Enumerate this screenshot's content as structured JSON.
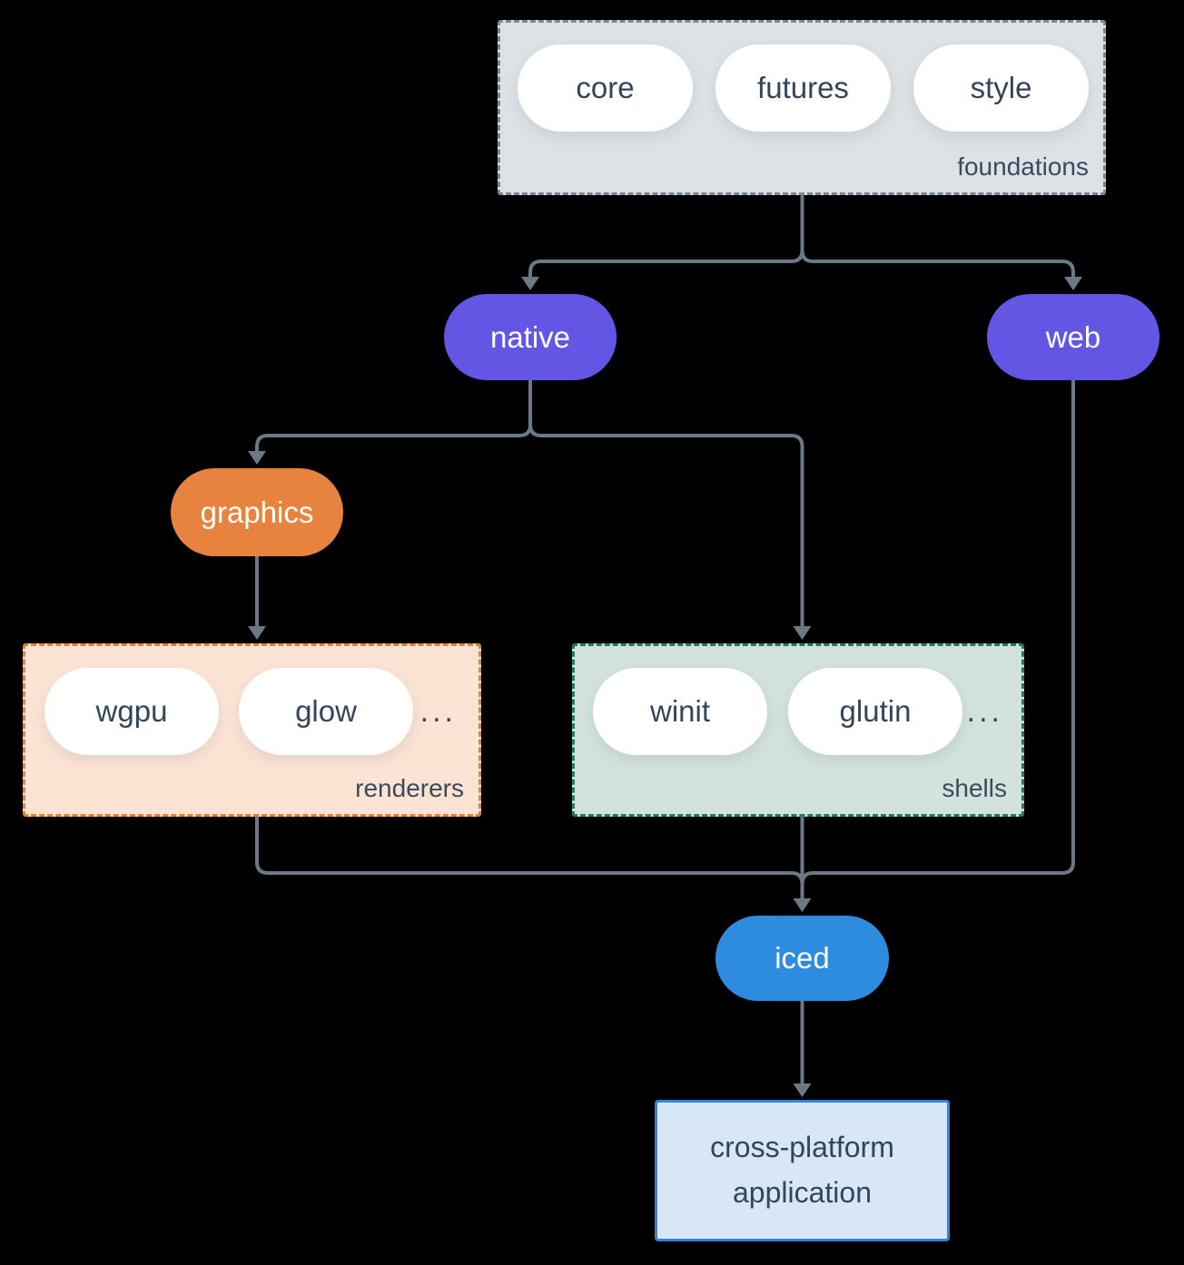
{
  "nodes": {
    "foundations": {
      "label": "foundations",
      "items": [
        "core",
        "futures",
        "style"
      ]
    },
    "native": {
      "label": "native"
    },
    "web": {
      "label": "web"
    },
    "graphics": {
      "label": "graphics"
    },
    "renderers": {
      "label": "renderers",
      "items": [
        "wgpu",
        "glow"
      ],
      "more": "..."
    },
    "shells": {
      "label": "shells",
      "items": [
        "winit",
        "glutin"
      ],
      "more": "..."
    },
    "iced": {
      "label": "iced"
    },
    "application": {
      "label": "cross-platform application"
    }
  },
  "colors": {
    "background": "#000000",
    "arrow": "#6B7886",
    "text_dark": "#33455A",
    "pill_white": "#FFFFFF",
    "pill_purple": "#6456E5",
    "pill_orange": "#E8833F",
    "pill_blue": "#2D8CDE",
    "foundations_fill": "#DDE2E6",
    "foundations_border": "#7A8794",
    "renderers_fill": "#FBE4D4",
    "renderers_border": "#E87E2E",
    "shells_fill": "#D3E2DC",
    "shells_border": "#1F7A66",
    "application_fill": "#D7E7F8",
    "application_border": "#2E86DC"
  }
}
